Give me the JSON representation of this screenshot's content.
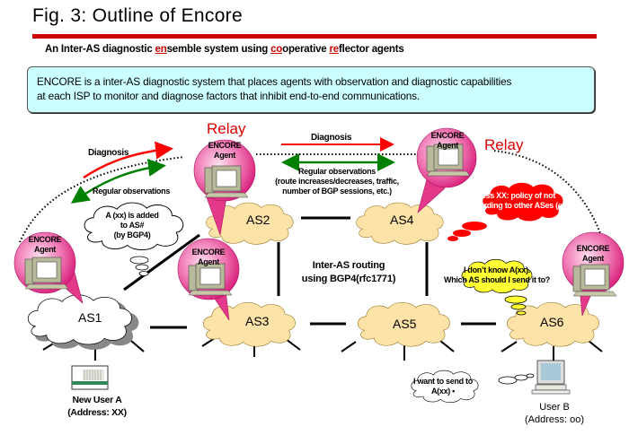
{
  "title": "Fig. 3: Outline of Encore",
  "subtitle": {
    "parts": [
      {
        "text": "An Inter-AS diagnostic ",
        "highlight": false
      },
      {
        "text": "en",
        "highlight": true
      },
      {
        "text": "semble system using ",
        "highlight": false
      },
      {
        "text": "co",
        "highlight": true
      },
      {
        "text": "operative ",
        "highlight": false
      },
      {
        "text": "re",
        "highlight": true
      },
      {
        "text": "flector agents",
        "highlight": false
      }
    ]
  },
  "description": {
    "line1": "ENCORE is a inter-AS diagnostic system that places agents with observation and diagnostic capabilities",
    "line2": "at each ISP to monitor and diagnose factors that inhibit end-to-end communications."
  },
  "colors": {
    "accent_red": "#cc0000",
    "infobox_bg": "#ccffff",
    "as_cloud_fill": "#fde3a7",
    "agent_bubble": "#ee3f8f",
    "diagnosis_arrow": "#ff0000",
    "observation_arrow": "#008000",
    "error_cloud": "#ff0000",
    "question_cloud": "#ffff33"
  },
  "relay_labels": [
    "Relay",
    "Relay"
  ],
  "agents": [
    {
      "id": "agent-as1",
      "line1": "ENCORE",
      "line2": "Agent"
    },
    {
      "id": "agent-as2",
      "line1": "ENCORE",
      "line2": "Agent"
    },
    {
      "id": "agent-as3",
      "line1": "ENCORE",
      "line2": "Agent"
    },
    {
      "id": "agent-as4",
      "line1": "ENCORE",
      "line2": "Agent"
    },
    {
      "id": "agent-as6",
      "line1": "ENCORE",
      "line2": "Agent"
    }
  ],
  "as_nodes": [
    "AS1",
    "AS2",
    "AS3",
    "AS4",
    "AS5",
    "AS6"
  ],
  "arrows": {
    "left_diagnosis": "Diagnosis",
    "left_observations": "Regular observations",
    "top_diagnosis": "Diagnosis",
    "top_observations_line1": "Regular observations",
    "top_observations_line2": "(route increases/decreases, traffic,",
    "top_observations_line3": "number of BGP sessions, etc.)"
  },
  "thoughts": {
    "added": [
      "A (xx) is added",
      "to AS#",
      "(by BGP4)"
    ],
    "error": [
      "Address XX: policy of not",
      "forwarding to other ASes (error)"
    ],
    "question": [
      "I don’t know A(xx).",
      "Which AS should I send it to?"
    ],
    "send": [
      "I want to send to",
      "A(xx) •"
    ]
  },
  "routing_label": [
    "Inter-AS routing",
    "using BGP4(rfc1771)"
  ],
  "users": {
    "a": {
      "name": "New User A",
      "address": "(Address: XX)"
    },
    "b": {
      "name": "User B",
      "address": "(Address: oo)"
    }
  }
}
